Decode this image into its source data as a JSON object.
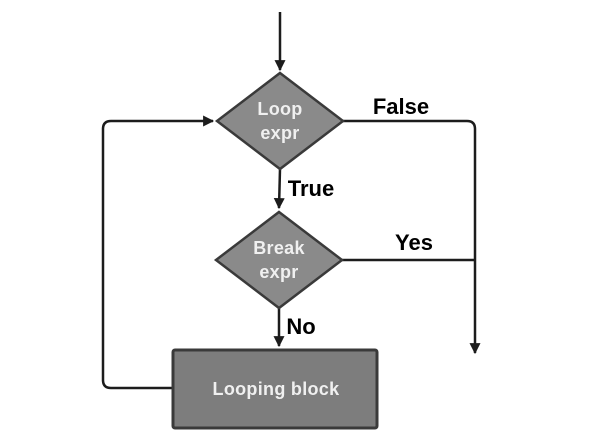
{
  "diagram": {
    "type": "flowchart",
    "nodes": {
      "loop_expr": {
        "shape": "decision",
        "line1": "Loop",
        "line2": "expr"
      },
      "break_expr": {
        "shape": "decision",
        "line1": "Break",
        "line2": "expr"
      },
      "looping_block": {
        "shape": "process",
        "label": "Looping block"
      }
    },
    "edges": {
      "false_label": "False",
      "true_label": "True",
      "yes_label": "Yes",
      "no_label": "No"
    }
  },
  "colors": {
    "background": "#ffffff",
    "decision_fill": "#8a8a8a",
    "process_fill": "#7d7d7d",
    "shape_border": "#3a3a3a",
    "line": "#1c1c1c",
    "shape_text": "#f0f0f0",
    "edge_label_text": "#000000"
  }
}
